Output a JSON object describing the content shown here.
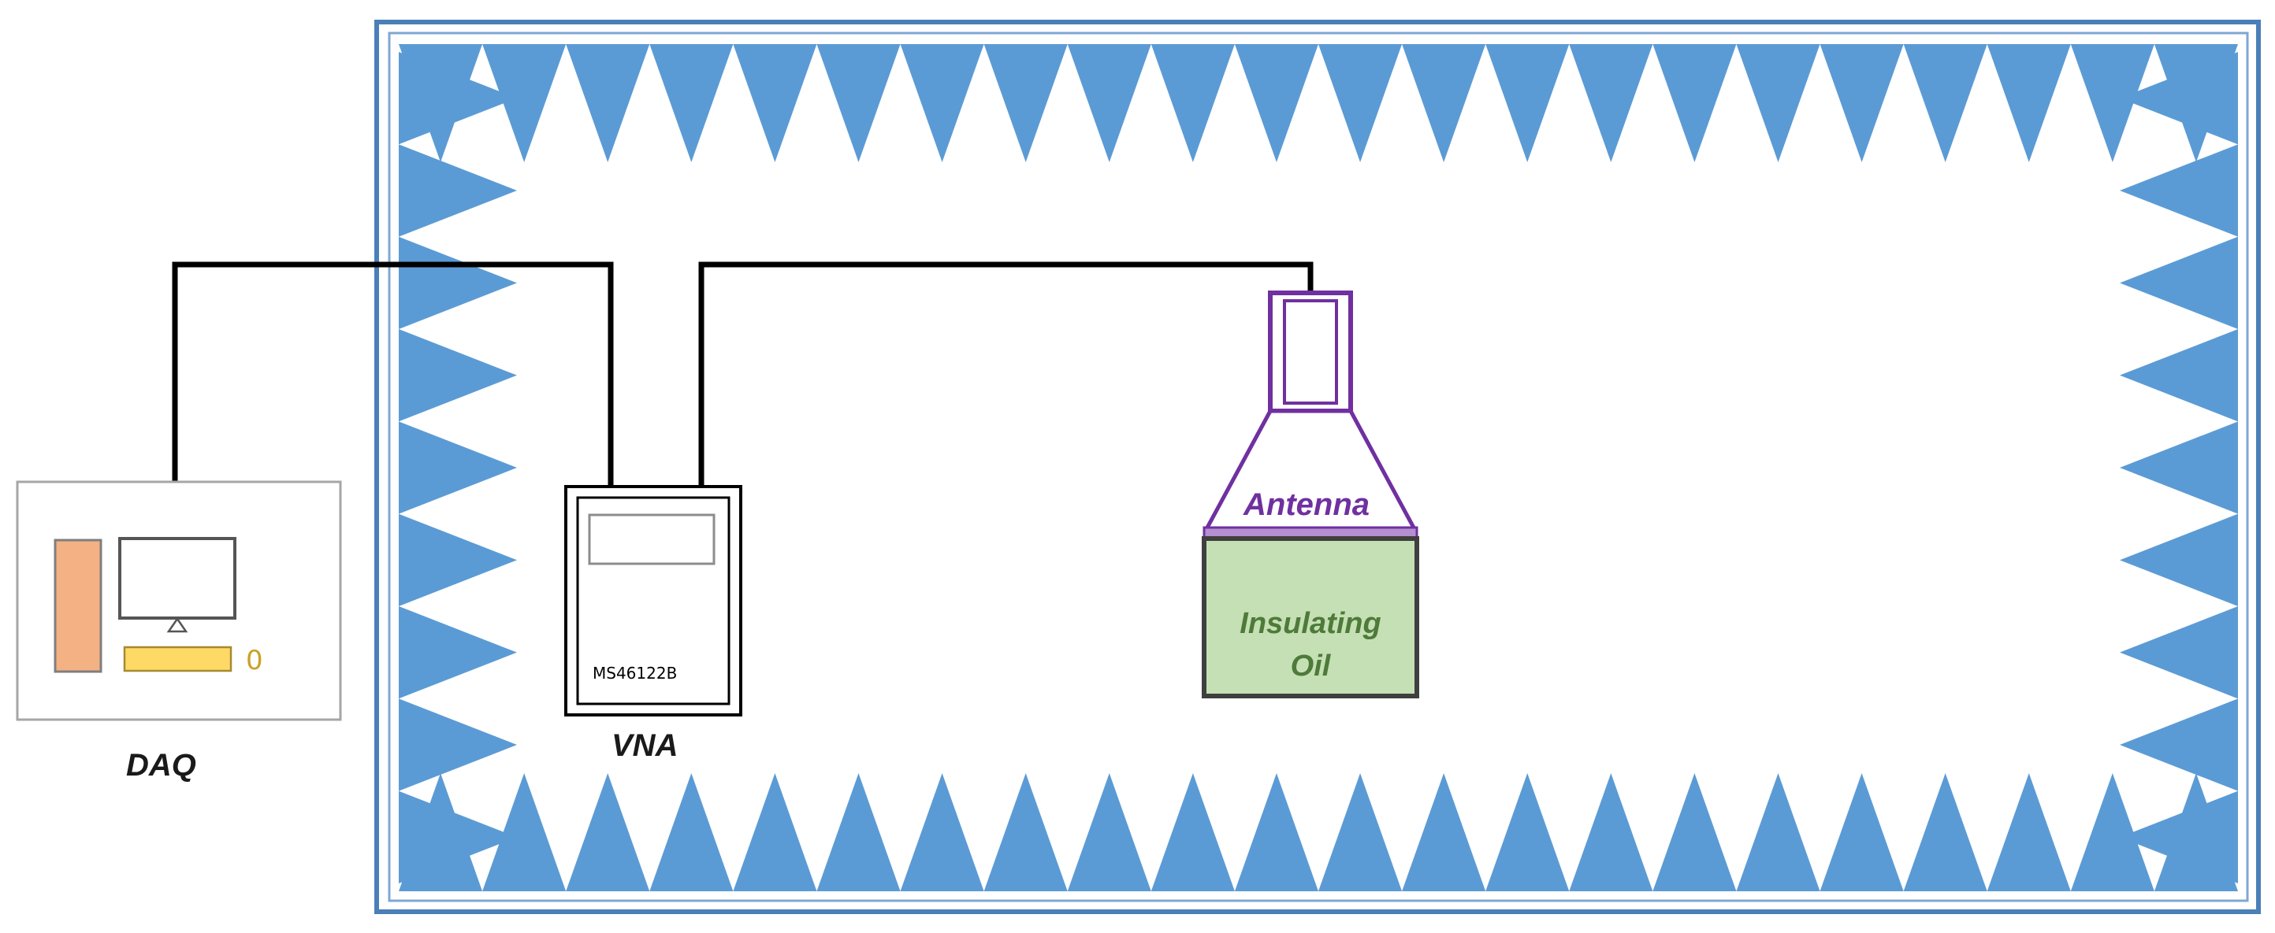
{
  "labels": {
    "daq": "DAQ",
    "vna": "VNA",
    "vna_model": "MS46122B",
    "antenna": "Antenna",
    "oil_line1": "Insulating",
    "oil_line2": "Oil",
    "daq_indicator": "0"
  },
  "colors": {
    "absorber_blue": "#5b9bd5",
    "chamber_border": "#4a7fb8",
    "antenna_purple": "#7030a0",
    "oil_green": "#c5e0b4",
    "oil_text": "#4e7a3a",
    "daq_orange": "#f4b183",
    "daq_yellow": "#ffd966",
    "cable_black": "#000000"
  },
  "icons": {
    "daq": "computer-workstation-icon",
    "vna": "vector-network-analyzer-icon",
    "antenna": "horn-antenna-icon"
  }
}
